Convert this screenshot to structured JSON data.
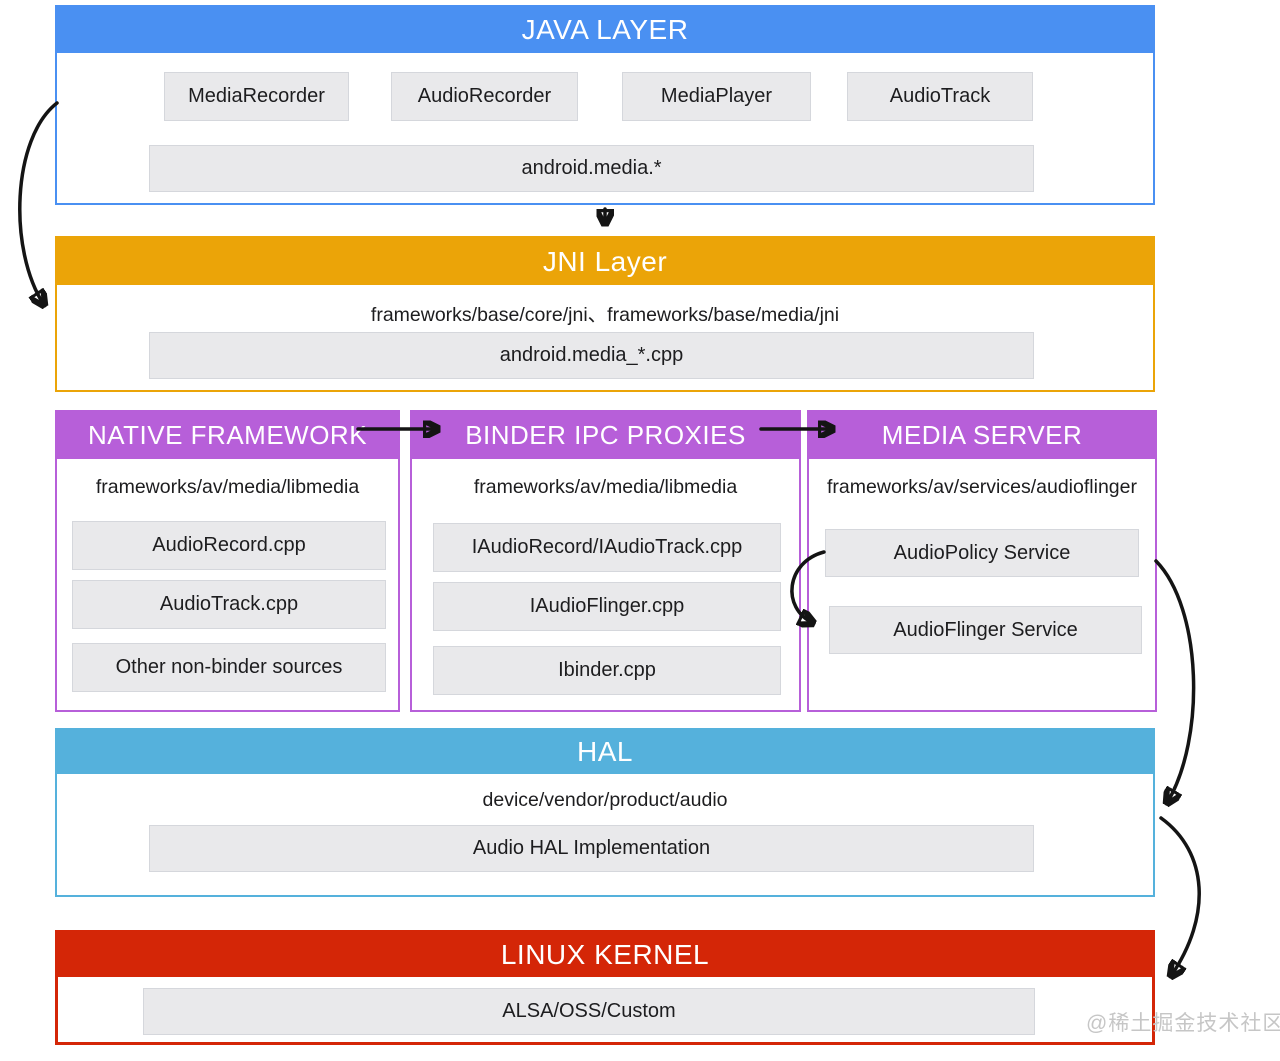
{
  "colors": {
    "java_blue": "#4a90f2",
    "jni_orange": "#eba408",
    "purple": "#b75fd9",
    "hal_blue": "#55b1dc",
    "kernel_red": "#d42607",
    "box_bg": "#e9e9eb",
    "box_border": "#d5d7dc",
    "ink": "#1d1d1f",
    "arrow": "#141414",
    "watermark": "#c6c6c6"
  },
  "layers": {
    "java": {
      "title": "JAVA LAYER",
      "boxes": [
        "MediaRecorder",
        "AudioRecorder",
        "MediaPlayer",
        "AudioTrack"
      ],
      "wide_box": "android.media.*"
    },
    "jni": {
      "title": "JNI Layer",
      "path_text": "frameworks/base/core/jni、frameworks/base/media/jni",
      "wide_box": "android.media_*.cpp"
    },
    "native_framework": {
      "title": "NATIVE FRAMEWORK",
      "path_text": "frameworks/av/media/libmedia",
      "boxes": [
        "AudioRecord.cpp",
        "AudioTrack.cpp",
        "Other non-binder sources"
      ]
    },
    "binder_ipc": {
      "title": "BINDER IPC PROXIES",
      "path_text": "frameworks/av/media/libmedia",
      "boxes": [
        "IAudioRecord/IAudioTrack.cpp",
        "IAudioFlinger.cpp",
        "Ibinder.cpp"
      ]
    },
    "media_server": {
      "title": "MEDIA SERVER",
      "path_text": "frameworks/av/services/audioflinger",
      "boxes": [
        "AudioPolicy Service",
        "AudioFlinger Service"
      ]
    },
    "hal": {
      "title": "HAL",
      "path_text": "device/vendor/product/audio",
      "wide_box": "Audio HAL Implementation"
    },
    "kernel": {
      "title": "LINUX KERNEL",
      "wide_box": "ALSA/OSS/Custom"
    }
  },
  "watermark": "@稀土掘金技术社区"
}
